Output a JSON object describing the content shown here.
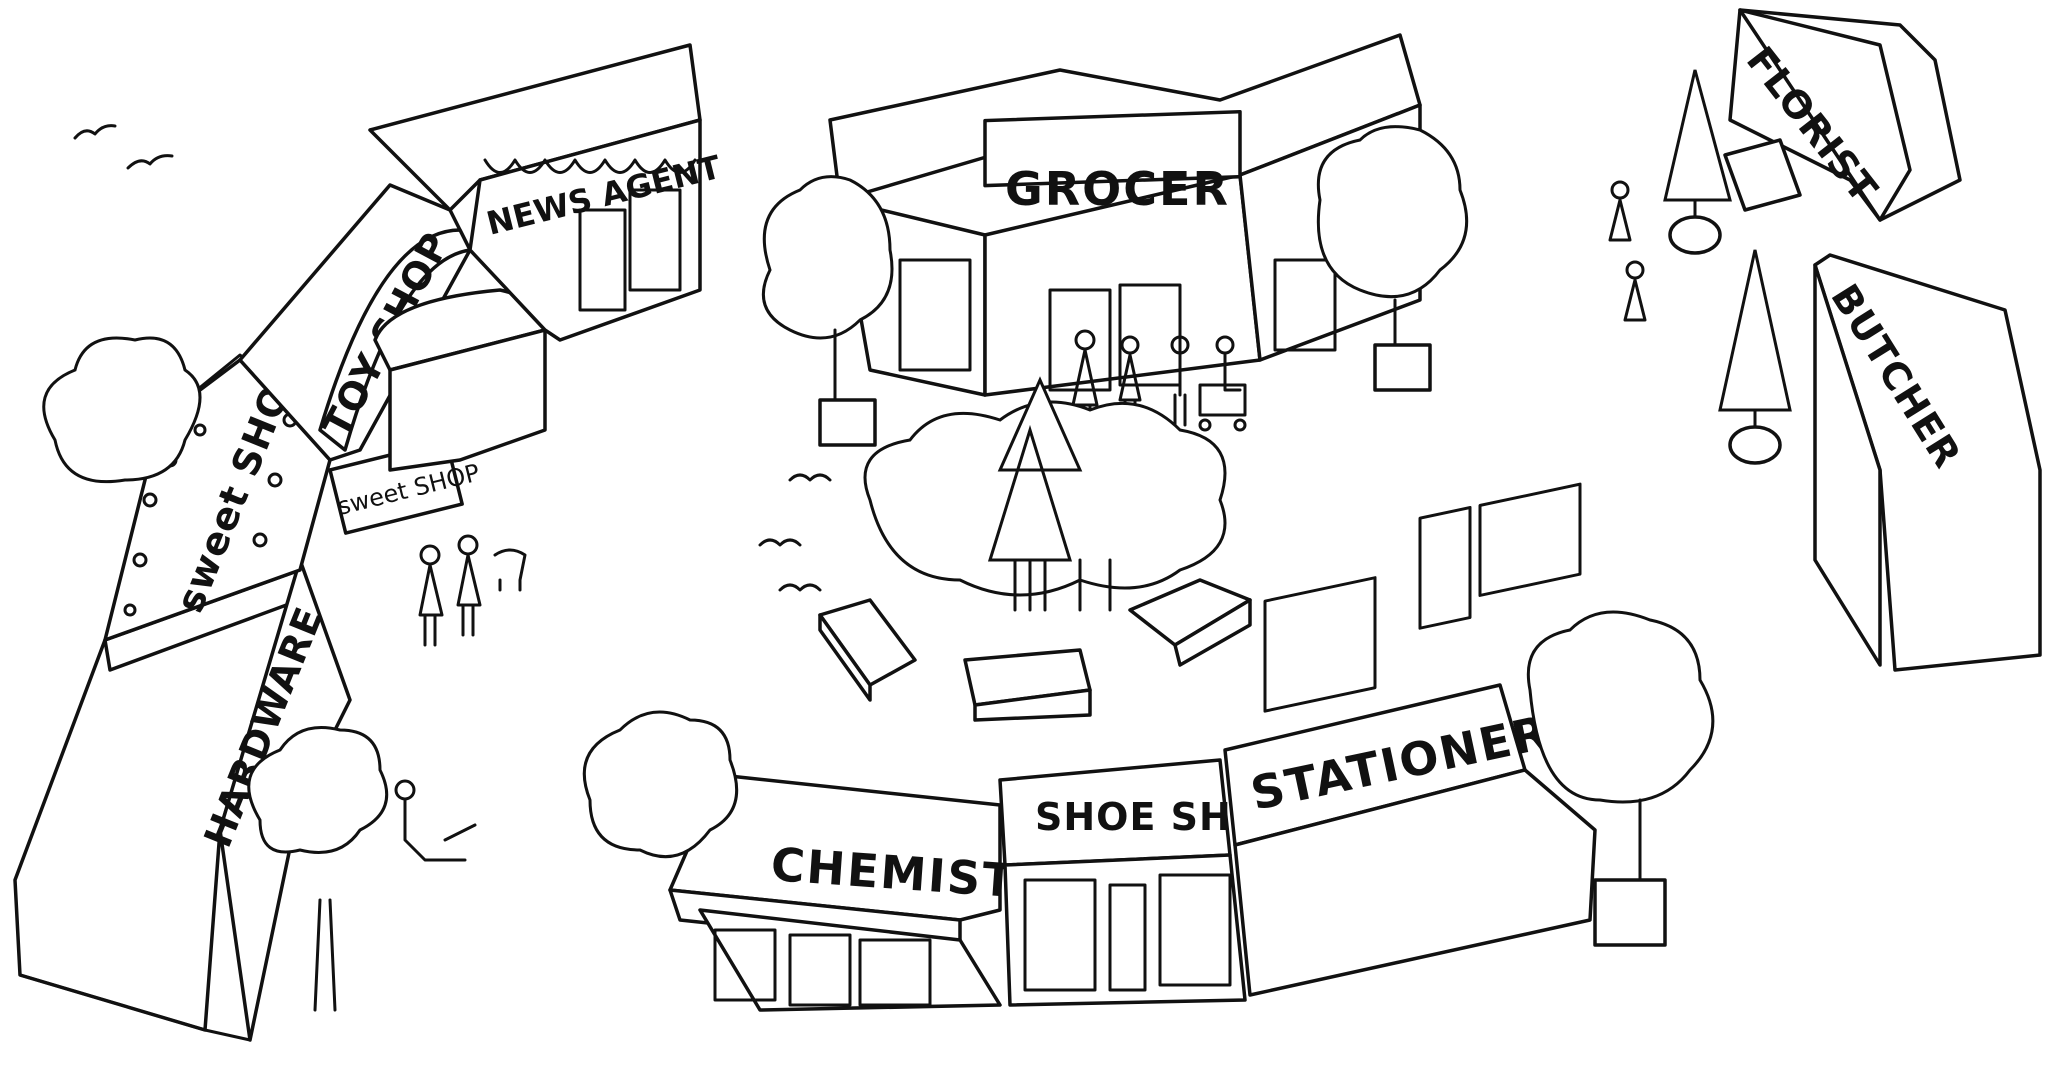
{
  "shops": {
    "news_agent": "NEWS AGENT",
    "toy_shop": "TOY SHOP",
    "sweet_shop_main": "sweet SHOP",
    "sweet_shop_hanging": "sweet SHOP",
    "hardware": "HARDWARE",
    "grocer": "GROCER",
    "florist": "FLORIST",
    "butcher": "BUTCHER",
    "chemist": "CHEMIST",
    "shoe_shop": "SHOE SHOP",
    "stationer": "STATIONER"
  }
}
